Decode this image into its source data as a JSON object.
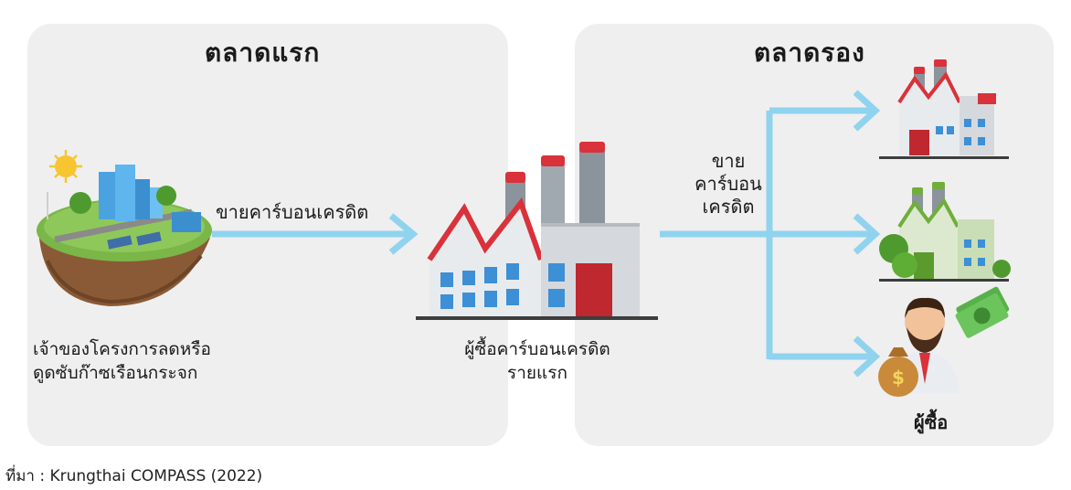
{
  "primary_market": {
    "title": "ตลาดแรก",
    "seller_label_line1": "เจ้าของโครงการลดหรือ",
    "seller_label_line2": "ดูดซับก๊าซเรือนกระจก",
    "arrow_label": "ขายคาร์บอนเครดิต",
    "buyer_label_line1": "ผู้ซื้อคาร์บอนเครดิต",
    "buyer_label_line2": "รายแรก"
  },
  "secondary_market": {
    "title": "ตลาดรอง",
    "sell_label_line1": "ขาย",
    "sell_label_line2": "คาร์บอน",
    "sell_label_line3": "เครดิต",
    "buyer_label": "ผู้ซื้อ"
  },
  "source": "ที่มา : Krungthai COMPASS (2022)",
  "colors": {
    "panel": "#efefef",
    "arrow": "#8fd3ef",
    "factory_red": "#d9323a",
    "factory_green": "#6fae3a"
  },
  "icons": [
    "eco-island-icon",
    "factory-icon",
    "factory-icon",
    "green-factory-icon",
    "businessman-with-money-icon"
  ]
}
